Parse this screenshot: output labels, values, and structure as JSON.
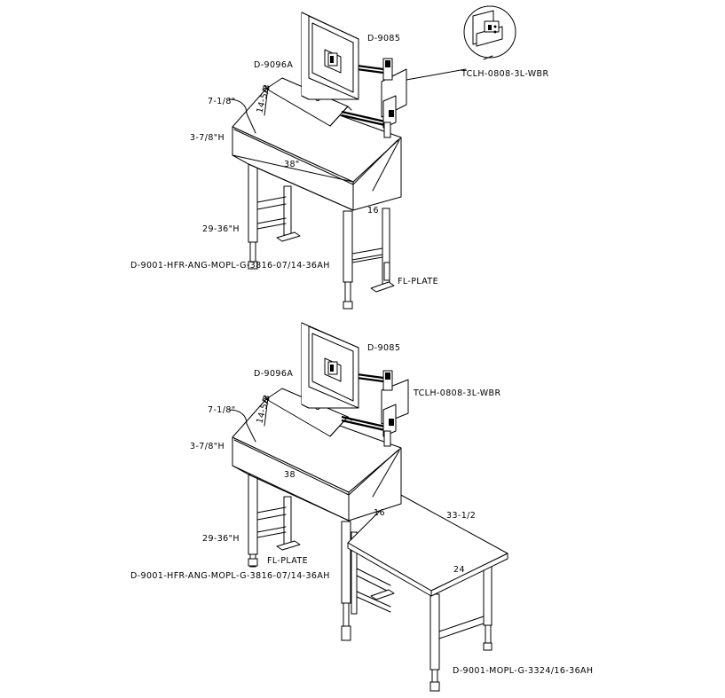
{
  "labels": {
    "top": {
      "monitor": "D-9085",
      "shelf": "D-9096A",
      "riser_depth": "7-1/8\"",
      "shelf_rise": "14-5/8",
      "front_height": "3-7/8\"H",
      "width": "38\"",
      "depth": "16",
      "height": "29-36\"H",
      "part_number": "D-9001-HFR-ANG-MOPL-G-3816-07/14-36AH",
      "foot_plate": "FL-PLATE",
      "light": "TCLH-0808-3L-WBR"
    },
    "bottom": {
      "monitor": "D-9085",
      "shelf": "D-9096A",
      "riser_depth": "7-1/8\"",
      "shelf_rise": "14-5/8",
      "front_height": "3-7/8\"H",
      "width": "38",
      "depth": "16",
      "height": "29-36\"H",
      "part_number": "D-9001-HFR-ANG-MOPL-G-3816-07/14-36AH",
      "foot_plate": "FL-PLATE",
      "light": "TCLH-0808-3L-WBR",
      "ext_length": "33-1/2",
      "ext_width": "24",
      "ext_part_number": "D-9001-MOPL-G-3324/16-36AH"
    }
  }
}
